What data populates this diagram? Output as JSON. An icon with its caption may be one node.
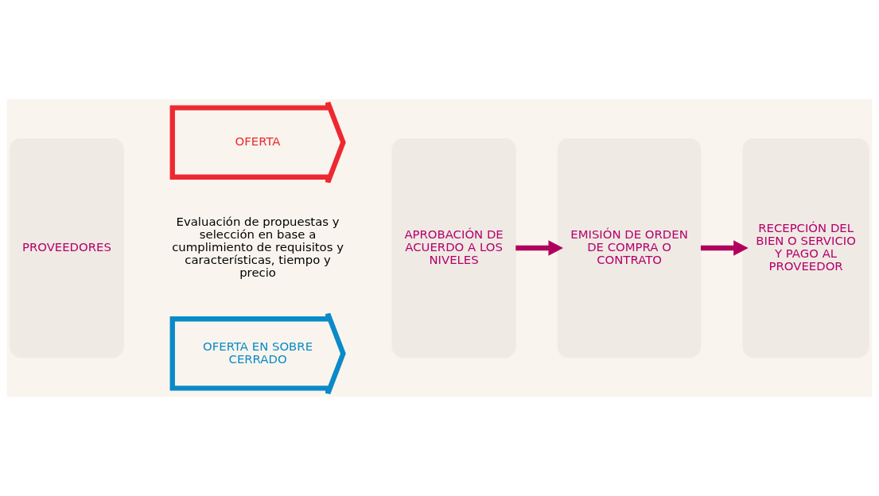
{
  "diagram": {
    "nodes": [
      {
        "text": [
          "PROVEEDORES"
        ]
      },
      {
        "text": [
          "OFERTA"
        ]
      },
      {
        "text": [
          "OFERTA EN SOBRE CERRADO"
        ]
      },
      {
        "text": [
          "APROBACIÓN DE ACUERDO A LOS NIVELES"
        ]
      },
      {
        "text": [
          "EMISIÓN DE ORDEN DE COMPRA O CONTRATO"
        ]
      },
      {
        "text": [
          "RECEPCIÓN DEL BIEN O SERVICIO Y PAGO AL PROVEEDOR"
        ]
      }
    ],
    "edges": [
      {
        "from": 3,
        "to": 4,
        "arrow": "to"
      },
      {
        "from": 4,
        "to": 5,
        "arrow": "to"
      }
    ],
    "labels": [
      "Evaluación de propuestas y selección en base a cumplimiento de requisitos y características, tiempo y precio"
    ]
  }
}
